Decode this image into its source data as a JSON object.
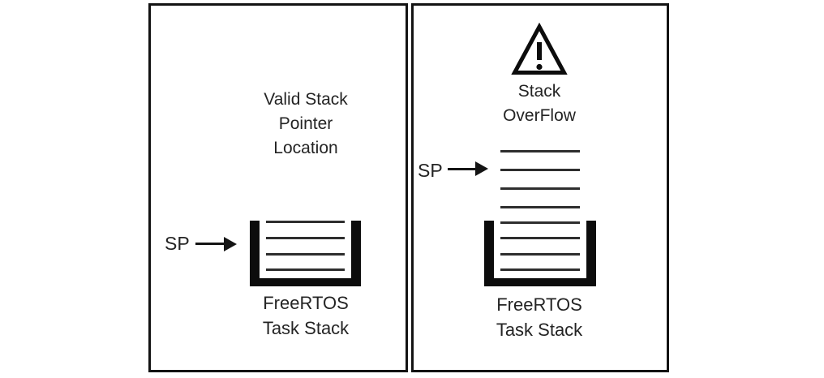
{
  "panels": [
    {
      "id": "valid-stack-pointer",
      "caption_lines": [
        "Valid Stack",
        "Pointer",
        "Location"
      ],
      "sp_label": "SP",
      "stack_label_lines": [
        "FreeRTOS",
        "Task Stack"
      ],
      "stack_line_count": 4,
      "overflow": false
    },
    {
      "id": "stack-overflow",
      "warning_icon": "warning-triangle-icon",
      "caption_lines": [
        "Stack",
        "OverFlow"
      ],
      "sp_label": "SP",
      "stack_label_lines": [
        "FreeRTOS",
        "Task Stack"
      ],
      "stack_line_count": 8,
      "overflow": true
    }
  ],
  "colors": {
    "background": "#ffffff",
    "ink": "#131313",
    "text": "#242424"
  }
}
